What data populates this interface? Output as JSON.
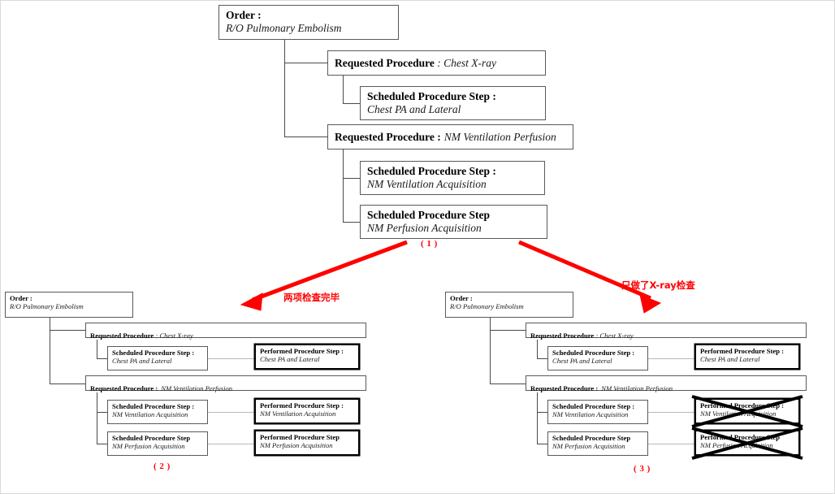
{
  "diagram": {
    "title": "DICOM Order / Requested Procedure / Procedure Step model",
    "labels": {
      "order": "Order :",
      "requested_procedure": "Requested Procedure :",
      "requested_procedure_nocolon": "Requested Procedure",
      "scheduled_step": "Scheduled Procedure Step :",
      "scheduled_step_nocolon": "Scheduled Procedure Step",
      "performed_step": "Performed Procedure Step :",
      "performed_step_nocolon": "Performed Procedure Step"
    },
    "values": {
      "order_value": "R/O Pulmonary Embolism",
      "chest_xray": "Chest X-ray",
      "nm_ventilation_perfusion": "NM Ventilation Perfusion",
      "chest_pa_lateral": "Chest PA and Lateral",
      "nm_ventilation_acquisition": "NM Ventilation Acquisition",
      "nm_perfusion_acquisition": "NM Perfusion Acquisition"
    },
    "panels": {
      "top": {
        "caption": "( 1 )"
      },
      "bottom_left": {
        "caption": "( 2 )",
        "note": "两项检查完毕"
      },
      "bottom_right": {
        "caption": "( 3 )",
        "note": "只做了X-ray检查"
      }
    },
    "colors": {
      "annotation_red": "#ff0000",
      "box_border": "#5a5a5a",
      "performed_border": "#000000",
      "connector": "#4a4a4a",
      "thin_link": "#b9b9b9"
    },
    "separator_colon": " : "
  }
}
